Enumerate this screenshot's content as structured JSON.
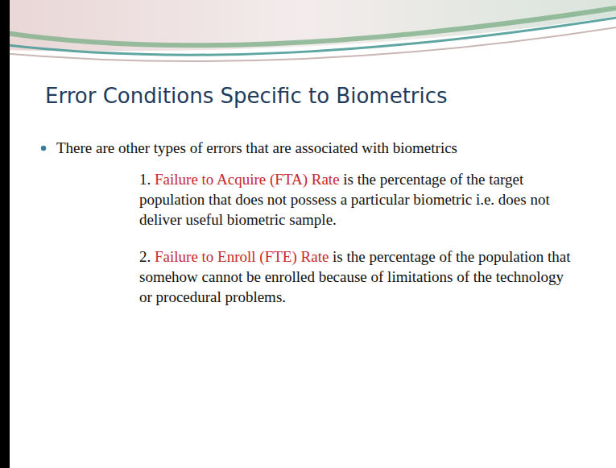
{
  "diagram": {
    "title": "Error Conditions Specific to Biometrics",
    "labels": [
      "There are other types of errors that are associated with biometrics",
      "1.",
      "Failure to Acquire (FTA) Rate",
      "is the percentage of the target population that does not possess a particular biometric i.e. does not deliver useful biometric sample.",
      "2.",
      "Failure to Enroll (FTE) Rate",
      "is the percentage of the population that somehow cannot be enrolled because of limitations of the technology or procedural problems."
    ]
  }
}
